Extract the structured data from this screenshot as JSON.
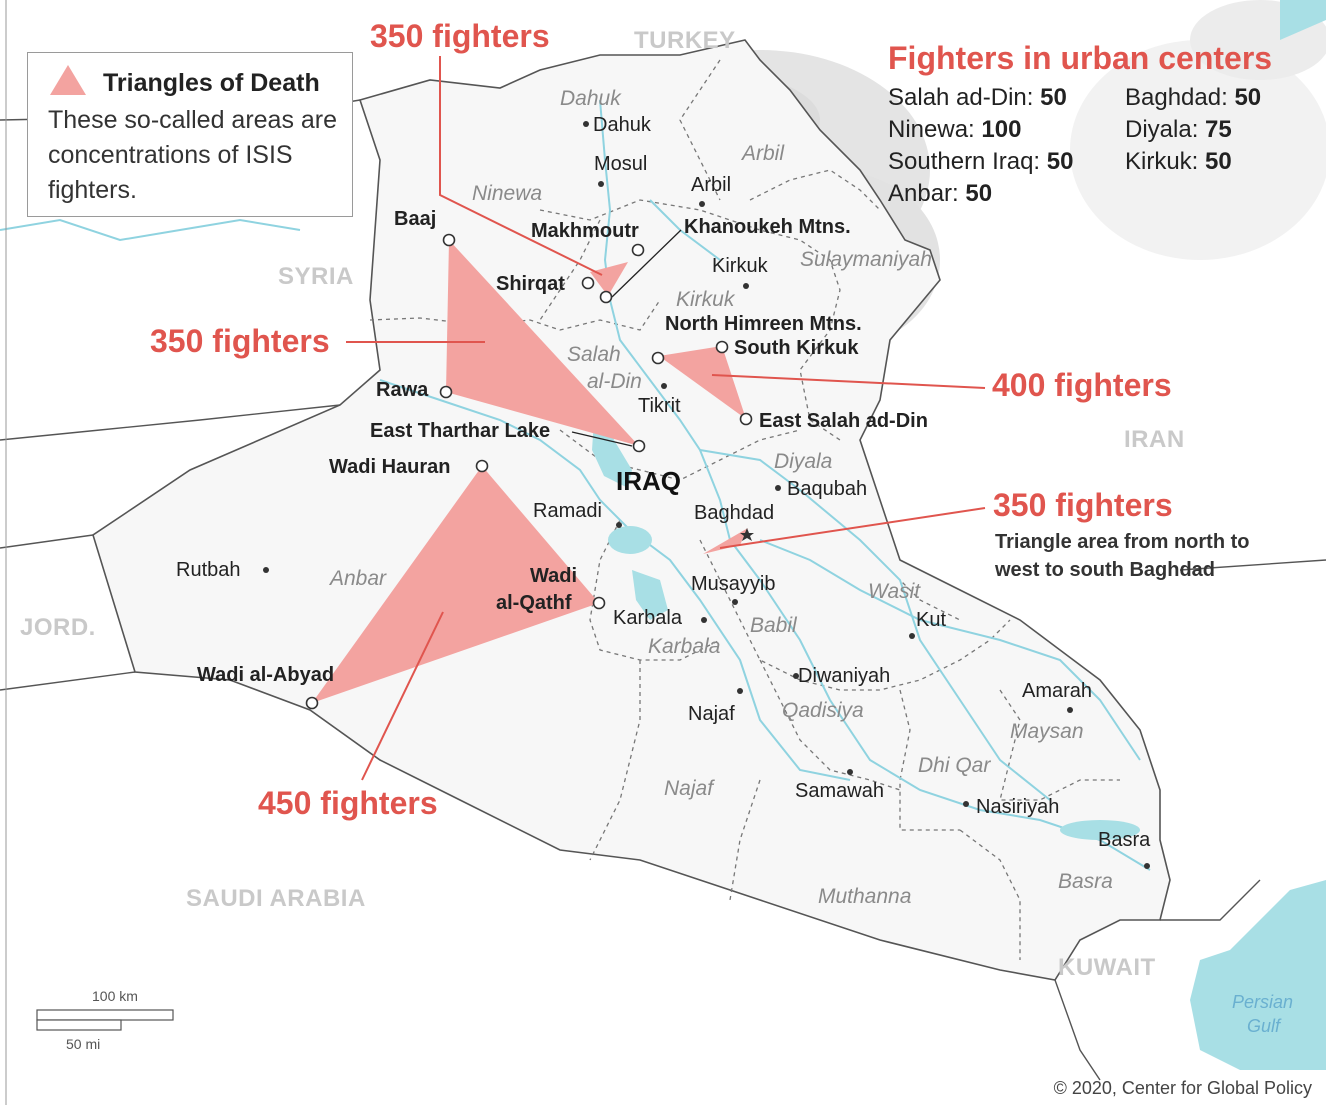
{
  "legend": {
    "title": "Triangles of Death",
    "description": "These so-called areas are concentrations of ISIS fighters."
  },
  "urban_centers": {
    "title": "Fighters in urban centers",
    "items": [
      {
        "name": "Salah ad-Din: ",
        "value": "50"
      },
      {
        "name": "Baghdad: ",
        "value": "50"
      },
      {
        "name": "Ninewa: ",
        "value": "100"
      },
      {
        "name": "Diyala: ",
        "value": "75"
      },
      {
        "name": "Southern Iraq: ",
        "value": "50"
      },
      {
        "name": "Kirkuk: ",
        "value": "50"
      },
      {
        "name": "Anbar: ",
        "value": "50"
      }
    ]
  },
  "countries": {
    "turkey": "TURKEY",
    "syria": "SYRIA",
    "iran": "IRAN",
    "jordan": "JORD.",
    "saudi": "SAUDI ARABIA",
    "kuwait": "KUWAIT",
    "iraq": "IRAQ"
  },
  "governorates": {
    "dahuk": "Dahuk",
    "arbil": "Arbil",
    "ninewa": "Ninewa",
    "sulaymaniyah": "Sulaymaniyah",
    "kirkuk": "Kirkuk",
    "salah1": "Salah",
    "salah2": "al-Din",
    "diyala": "Diyala",
    "anbar": "Anbar",
    "wasit": "Wasit",
    "babil": "Babil",
    "karbala": "Karbala",
    "qadisiya": "Qadisiya",
    "maysan": "Maysan",
    "dhiqar": "Dhi Qar",
    "najaf": "Najaf",
    "muthanna": "Muthanna",
    "basra": "Basra"
  },
  "cities": {
    "dahuk": "Dahuk",
    "mosul": "Mosul",
    "arbil": "Arbil",
    "kirkuk": "Kirkuk",
    "tikrit": "Tikrit",
    "baqubah": "Baqubah",
    "baghdad": "Baghdad",
    "ramadi": "Ramadi",
    "rutbah": "Rutbah",
    "musayyib": "Musayyib",
    "karbala": "Karbala",
    "kut": "Kut",
    "diwaniyah": "Diwaniyah",
    "najaf": "Najaf",
    "amarah": "Amarah",
    "samawah": "Samawah",
    "nasiriyah": "Nasiriyah",
    "basra": "Basra"
  },
  "triangle_points": {
    "baaj": "Baaj",
    "makhmoutr": "Makhmoutr",
    "khanoukeh": "Khanoukeh Mtns.",
    "shirqat": "Shirqat",
    "north_himreen": "North Himreen Mtns.",
    "south_kirkuk": "South Kirkuk",
    "rawa": "Rawa",
    "east_tharthar": "East Tharthar Lake",
    "east_salah": "East Salah ad-Din",
    "wadi_hauran": "Wadi Hauran",
    "wadi_qathf1": "Wadi",
    "wadi_qathf2": "al-Qathf",
    "wadi_abyad": "Wadi al-Abyad"
  },
  "fighter_labels": {
    "north": "350 fighters",
    "west": "350 fighters",
    "east": "400 fighters",
    "baghdad": "350 fighters",
    "south": "450 fighters"
  },
  "baghdad_note": "Triangle area from north to west to south Baghdad",
  "water": {
    "persian1": "Persian",
    "persian2": "Gulf"
  },
  "scale": {
    "km": "100 km",
    "mi": "50 mi"
  },
  "copyright": "© 2020, Center for Global Policy",
  "colors": {
    "triangle": "#f3a3a0",
    "accent": "#e0554e",
    "river": "#8fd3e0"
  }
}
